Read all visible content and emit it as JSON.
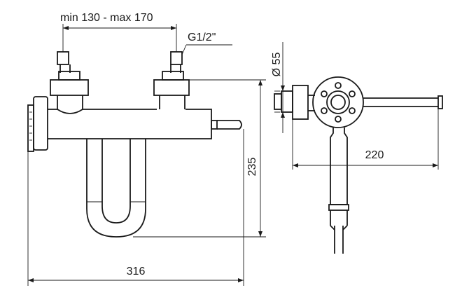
{
  "dimensions": {
    "spacing": "min 130 - max 170",
    "thread": "G1/2\"",
    "diameter": "Ø 55",
    "height": "235",
    "projection": "220",
    "width": "316"
  },
  "colors": {
    "line": "#1a1a1a",
    "background": "#ffffff"
  }
}
